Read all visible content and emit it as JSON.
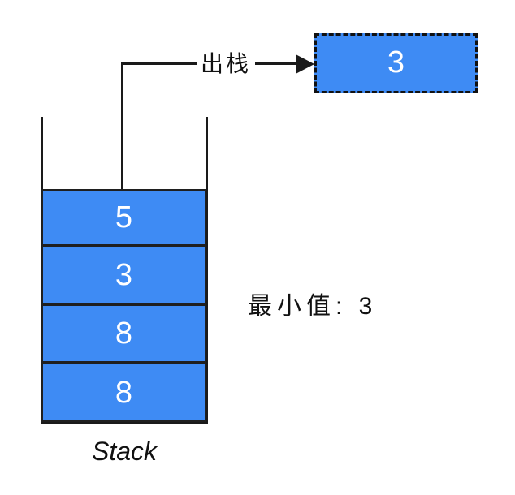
{
  "diagram": {
    "stack": {
      "title": "Stack",
      "cells": [
        "5",
        "3",
        "8",
        "8"
      ]
    },
    "pop": {
      "label": "出栈",
      "popped_value": "3"
    },
    "annotation": {
      "min_value_text": "最小值: 3"
    },
    "colors": {
      "cell_fill": "#3E8BF4",
      "stroke": "#1A1A1A",
      "value_text": "#FFFFFF",
      "background": "#FFFFFF"
    }
  }
}
